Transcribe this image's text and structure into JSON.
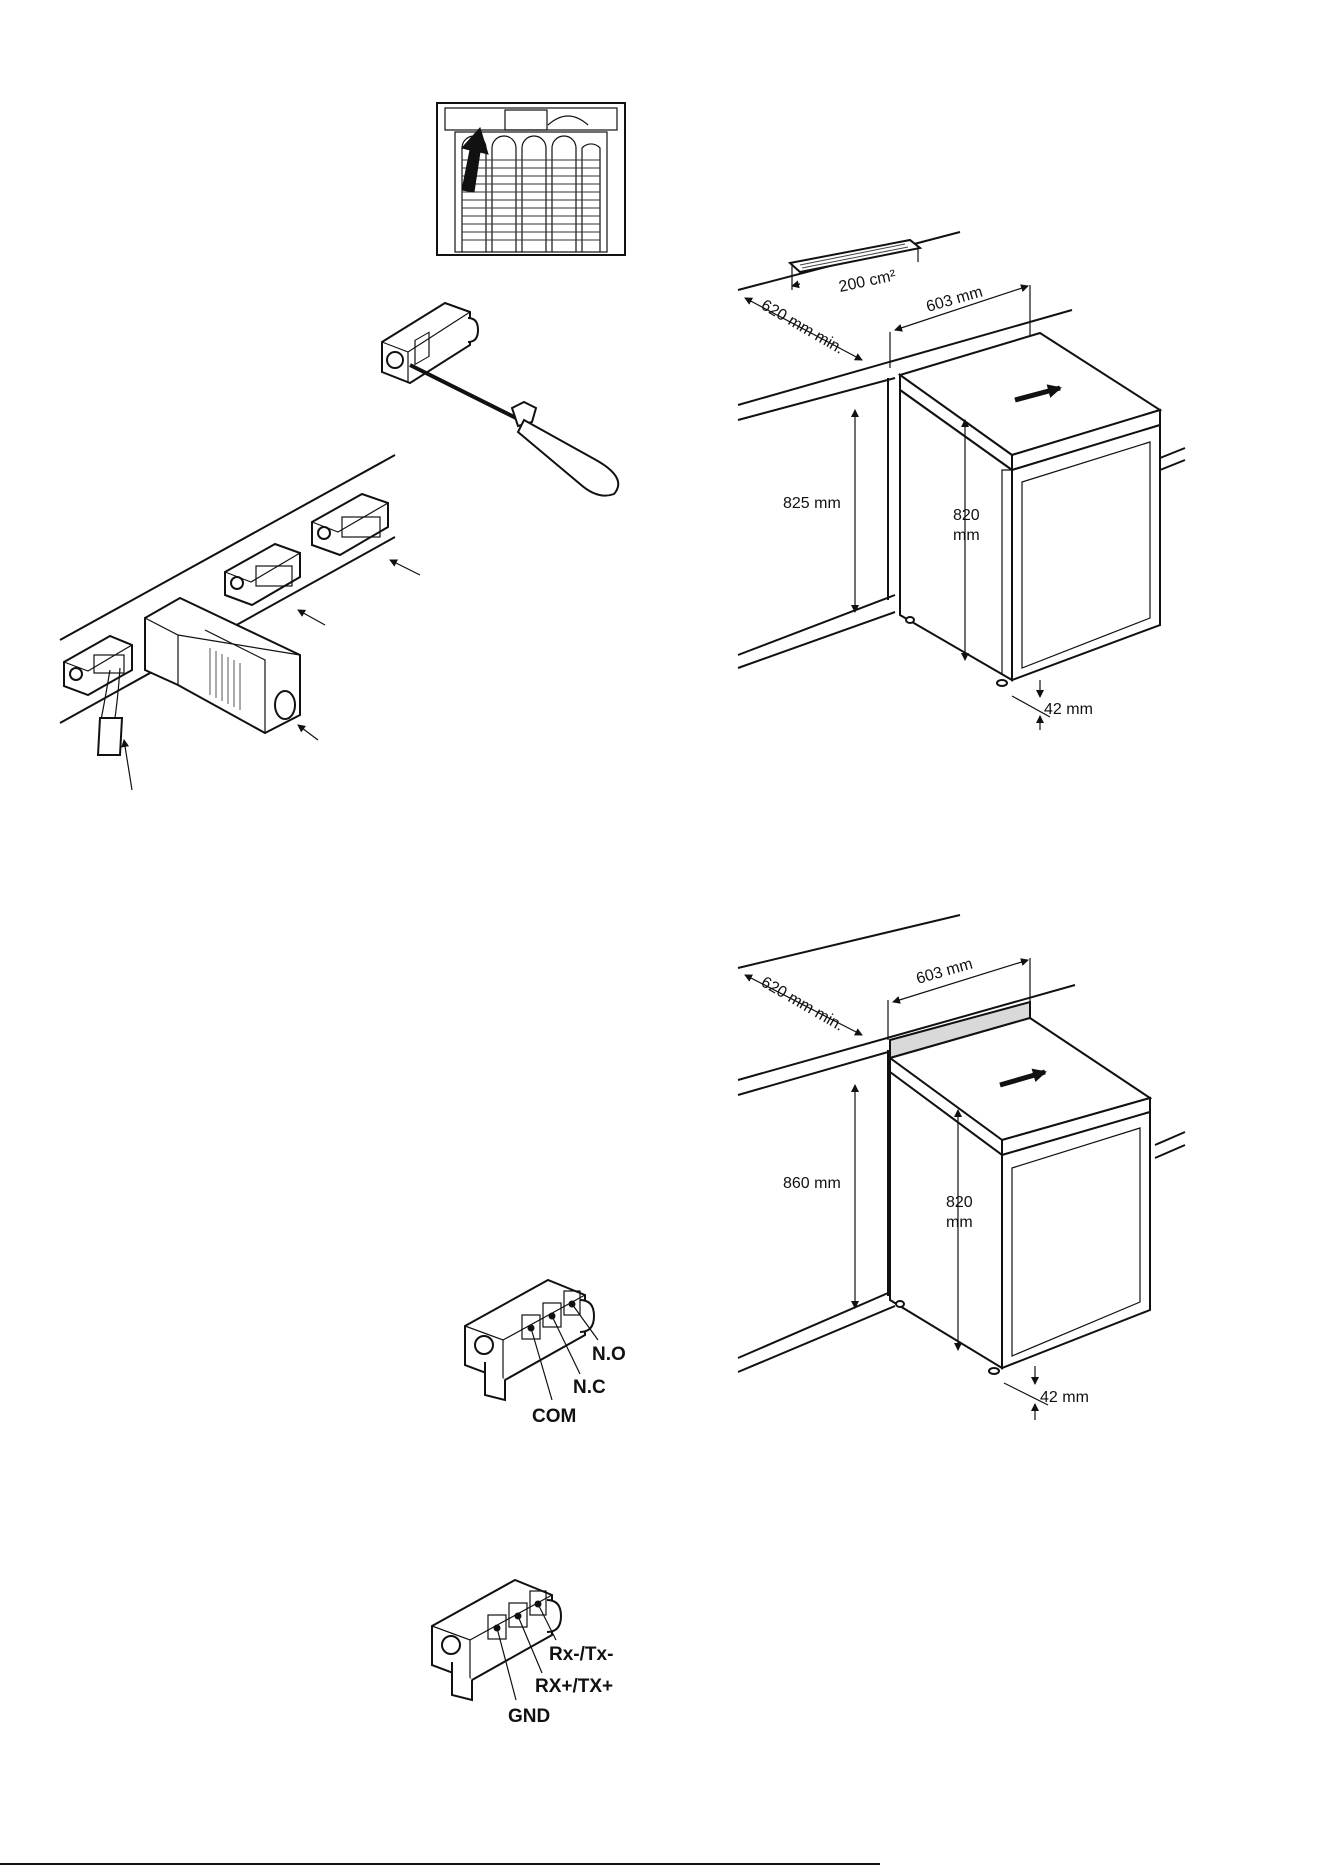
{
  "diagram1": {
    "vent_area": "200 cm²",
    "depth": "620 mm min.",
    "width": "603 mm",
    "niche_height": "825 mm",
    "appliance_height_line1": "820",
    "appliance_height_line2": "mm",
    "plinth": "42 mm"
  },
  "diagram2": {
    "depth": "620 mm min.",
    "width": "603 mm",
    "niche_height": "860 mm",
    "appliance_height_line1": "820",
    "appliance_height_line2": "mm",
    "plinth": "42 mm"
  },
  "relay_connector": {
    "terminal_1": "N.O",
    "terminal_2": "N.C",
    "terminal_3": "COM"
  },
  "rs485_connector": {
    "terminal_1": "Rx-/Tx-",
    "terminal_2": "RX+/TX+",
    "terminal_3": "GND"
  }
}
